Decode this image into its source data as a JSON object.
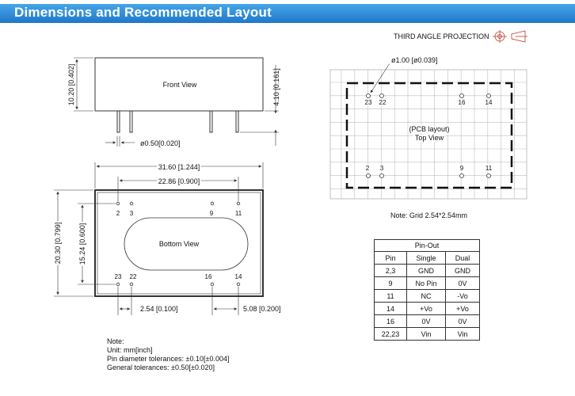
{
  "header": {
    "title": "Dimensions and Recommended Layout"
  },
  "projection": {
    "label": "THIRD ANGLE PROJECTION"
  },
  "front_view": {
    "label": "Front View",
    "height_dim": "10.20 [0.402]",
    "pin_length_dim": "4.10 [0.161]",
    "pin_dia_dim": "ø0.50[0.020]"
  },
  "bottom_view": {
    "label": "Bottom View",
    "width_dim": "31.60 [1.244]",
    "pin_span_dim": "22.86 [0.900]",
    "height_dim": "20.30 [0.799]",
    "row_span_dim": "15.24 [0.600]",
    "pitch_dim": "2.54 [0.100]",
    "edge_dim": "5.08 [0.200]",
    "top_pins": [
      "2",
      "3",
      "9",
      "11"
    ],
    "bottom_pins": [
      "23",
      "22",
      "16",
      "14"
    ]
  },
  "pcb_view": {
    "hole_dim": "ø1.00 [ø0.039]",
    "label_line1": "(PCB layout)",
    "label_line2": "Top View",
    "top_pins": [
      "23",
      "22",
      "16",
      "14"
    ],
    "bottom_pins": [
      "2",
      "3",
      "9",
      "11"
    ],
    "grid_note": "Note: Grid 2.54*2.54mm"
  },
  "pinout": {
    "title": "Pin-Out",
    "headers": [
      "Pin",
      "Single",
      "Dual"
    ],
    "rows": [
      [
        "2,3",
        "GND",
        "GND"
      ],
      [
        "9",
        "No Pin",
        "0V"
      ],
      [
        "11",
        "NC",
        "-Vo"
      ],
      [
        "14",
        "+Vo",
        "+Vo"
      ],
      [
        "16",
        "0V",
        "0V"
      ],
      [
        "22,23",
        "Vin",
        "Vin"
      ]
    ]
  },
  "notes": {
    "lines": [
      "Note:",
      "Unit: mm[inch]",
      "Pin diameter tolerances: ±0.10[±0.004]",
      "General tolerances: ±0.50[±0.020]"
    ]
  },
  "colors": {
    "header_top": "#46a6e8",
    "header_bottom": "#1f77c9",
    "line": "#333333"
  }
}
